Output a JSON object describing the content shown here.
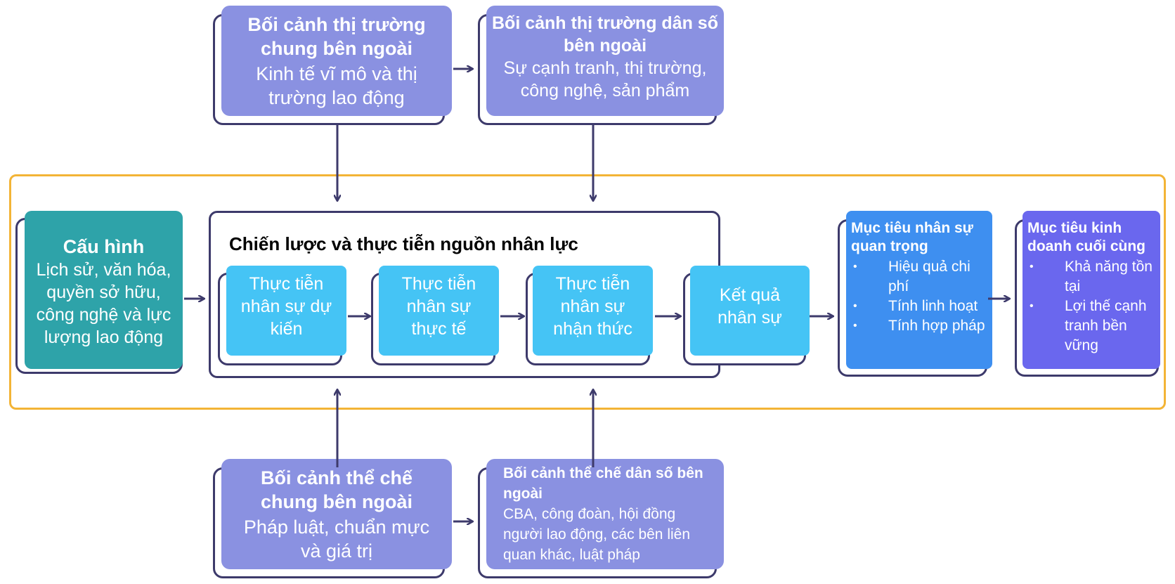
{
  "top_left": {
    "title": "Bối cảnh thị trường chung bên ngoài",
    "body": "Kinh tế vĩ mô và thị trường lao động"
  },
  "top_right": {
    "title": "Bối cảnh thị trường dân số bên ngoài",
    "body": "Sự cạnh tranh, thị trường, công nghệ, sản phẩm"
  },
  "configuration": {
    "title": "Cấu hình",
    "body": "Lịch sử, văn hóa, quyền sở hữu, công nghệ và lực lượng lao động"
  },
  "hr_strategy": {
    "title": "Chiến lược và thực tiễn nguồn nhân lực",
    "practices": [
      "Thực tiễn nhân sự dự kiến",
      "Thực tiễn nhân sự thực tế",
      "Thực tiễn nhân sự nhận thức"
    ]
  },
  "hr_results": "Kết quả nhân sự",
  "hr_goals": {
    "title": "Mục tiêu nhân sự quan trọng",
    "items": [
      "Hiệu quả chi phí",
      "Tính linh hoạt",
      "Tính hợp pháp"
    ]
  },
  "business_goals": {
    "title": "Mục tiêu kinh doanh cuối cùng",
    "items": [
      "Khả năng tồn tại",
      "Lợi thế cạnh tranh bền vững"
    ]
  },
  "bottom_left": {
    "title": "Bối cảnh thể chế chung bên ngoài",
    "body": "Pháp luật, chuẩn mực và giá trị"
  },
  "bottom_right": {
    "title": "Bối cảnh thể chế dân số bên ngoài",
    "body": "CBA, công đoàn, hội đồng người lao động, các bên liên quan khác, luật pháp"
  },
  "colors": {
    "purple": "#8a91e1",
    "teal": "#2ea3a9",
    "cyan": "#45c4f5",
    "blue": "#3e8ff0",
    "violet": "#6a67ee",
    "frame": "#f3b436",
    "line": "#3d3a6b"
  }
}
